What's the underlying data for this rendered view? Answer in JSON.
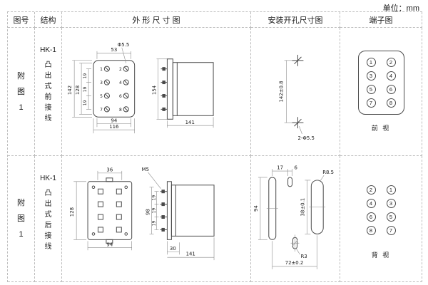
{
  "page": {
    "unit_label": "单位：mm"
  },
  "headers": {
    "fig_no": "图号",
    "structure": "结构",
    "outline": "外 形 尺 寸 图",
    "mounting": "安装开孔尺寸图",
    "terminal": "端子图"
  },
  "row1": {
    "fig_no": "附图1",
    "model": "HK-1",
    "wiring": "凸出式前接线",
    "outline": {
      "dim_53": "53",
      "dim_phi55": "Φ5.5",
      "dim_142": "142",
      "dim_128": "128",
      "dim_19a": "19",
      "dim_19b": "19",
      "dim_19c": "19",
      "dim_94": "94",
      "dim_116": "116",
      "dim_154": "154",
      "dim_141": "141",
      "terminals": [
        "1",
        "2",
        "3",
        "4",
        "5",
        "6",
        "7",
        "8"
      ]
    },
    "mounting": {
      "dim_height": "142±0.8",
      "holes_label": "2-Φ5.5"
    },
    "terminal_diagram": {
      "left": [
        "1",
        "3",
        "5",
        "7"
      ],
      "right": [
        "2",
        "4",
        "6",
        "8"
      ],
      "view_label": "前 视"
    }
  },
  "row2": {
    "fig_no": "附图1",
    "model": "HK-1",
    "wiring": "凸出式后接线",
    "outline": {
      "dim_36": "36",
      "dim_m5": "M5",
      "dim_128": "128",
      "dim_98": "98",
      "dim_19a": "19",
      "dim_19b": "19",
      "dim_19c": "19",
      "dim_94": "94",
      "dim_30": "30",
      "dim_141": "141"
    },
    "mounting": {
      "dim_17": "17",
      "dim_6": "6",
      "dim_94": "94",
      "dim_r85": "R8.5",
      "dim_side": "38±0.1",
      "dim_72": "72±0.2",
      "dim_r3": "R3"
    },
    "terminal_diagram": {
      "left": [
        "2",
        "4",
        "6",
        "8"
      ],
      "right": [
        "1",
        "3",
        "5",
        "7"
      ],
      "view_label": "背 视"
    }
  }
}
